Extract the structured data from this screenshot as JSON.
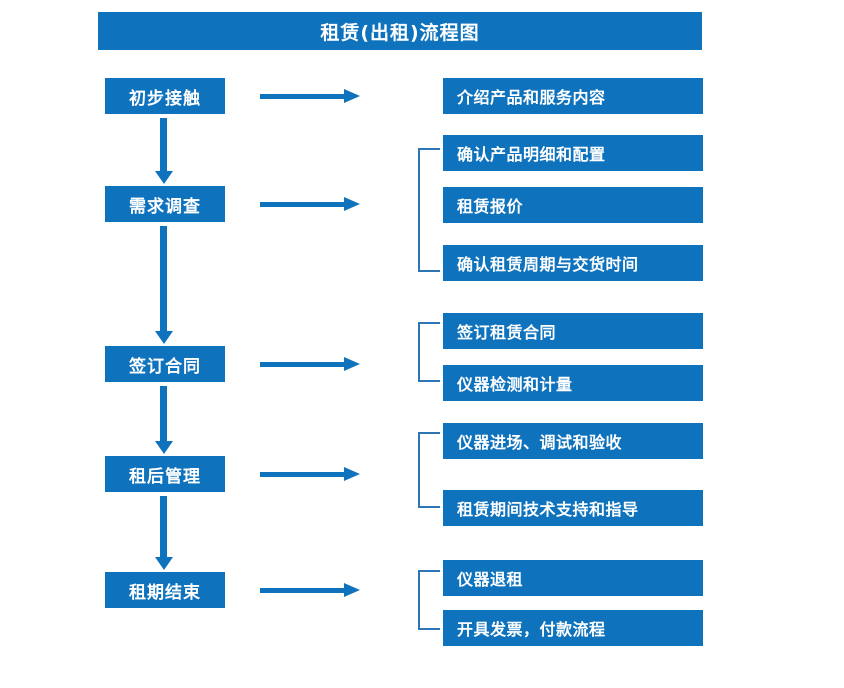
{
  "title": "租赁(出租)流程图",
  "colors": {
    "box_fill": "#0E72BD",
    "box_text": "#FFFFFF",
    "arrow": "#0E72BD",
    "bracket": "#2E75B6",
    "background": "#FFFFFF"
  },
  "stages": [
    {
      "label": "初步接触"
    },
    {
      "label": "需求调查"
    },
    {
      "label": "签订合同"
    },
    {
      "label": "租后管理"
    },
    {
      "label": "租期结束"
    }
  ],
  "details": [
    {
      "label": "介绍产品和服务内容"
    },
    {
      "label": "确认产品明细和配置"
    },
    {
      "label": "租赁报价"
    },
    {
      "label": "确认租赁周期与交货时间"
    },
    {
      "label": "签订租赁合同"
    },
    {
      "label": "仪器检测和计量"
    },
    {
      "label": "仪器进场、调试和验收"
    },
    {
      "label": "租赁期间技术支持和指导"
    },
    {
      "label": "仪器退租"
    },
    {
      "label": "开具发票，付款流程"
    }
  ],
  "groups": [
    {
      "stage": "初步接触",
      "details": [
        "介绍产品和服务内容"
      ],
      "bracketed": false
    },
    {
      "stage": "需求调查",
      "details": [
        "确认产品明细和配置",
        "租赁报价",
        "确认租赁周期与交货时间"
      ],
      "bracketed": true
    },
    {
      "stage": "签订合同",
      "details": [
        "签订租赁合同",
        "仪器检测和计量"
      ],
      "bracketed": true
    },
    {
      "stage": "租后管理",
      "details": [
        "仪器进场、调试和验收",
        "租赁期间技术支持和指导"
      ],
      "bracketed": true
    },
    {
      "stage": "租期结束",
      "details": [
        "仪器退租",
        "开具发票，付款流程"
      ],
      "bracketed": true
    }
  ]
}
